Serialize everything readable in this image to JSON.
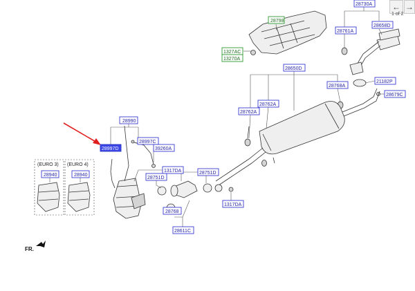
{
  "nav": {
    "prev": "←",
    "next": "→",
    "page": "1 of 2"
  },
  "euro3": "(EURO 3)",
  "euro4": "(EURO 4)",
  "fr": "FR.",
  "labels": {
    "l28798": "28798",
    "l1327AC": "1327AC",
    "l13270A": "13270A",
    "l28730A": "28730A",
    "l28761A": "28761A",
    "l28658D": "28658D",
    "l28650D": "28650D",
    "l21182P": "21182P",
    "l28768A": "28768A",
    "l28679C": "28679C",
    "l28762A1": "28762A",
    "l28762A2": "28762A",
    "l28990": "28990",
    "l28997C": "28997C",
    "l28997D": "28997D",
    "l39260A": "39260A",
    "l1317DA1": "1317DA",
    "l28751D1": "28751D",
    "l28751D2": "28751D",
    "l28940a": "28940",
    "l28940b": "28940",
    "l1317DA2": "1317DA",
    "l28768": "28768",
    "l28611C": "28611C"
  },
  "colors": {
    "label_border": "#3a3ad0",
    "label_text": "#2424a8",
    "selected_fill": "#3b46e8",
    "green": "#2e9a2e",
    "arrow": "#e02020"
  }
}
